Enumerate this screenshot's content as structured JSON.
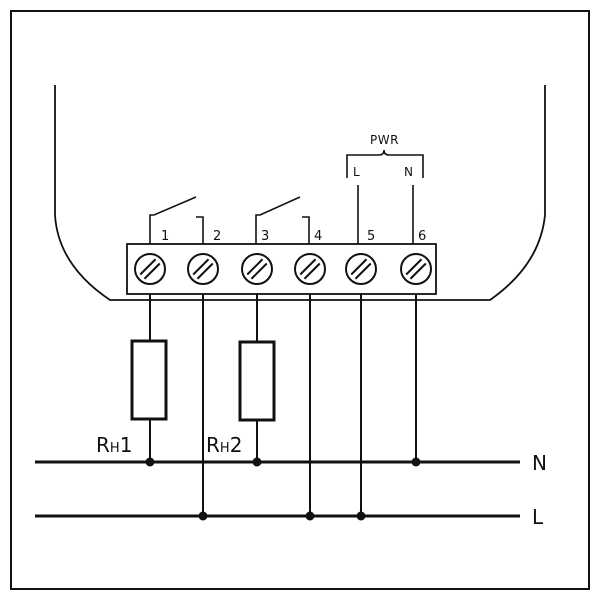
{
  "terminals": [
    "1",
    "2",
    "3",
    "4",
    "5",
    "6"
  ],
  "power": {
    "label": "PWR",
    "line_label": "L",
    "neutral_label": "N"
  },
  "resistors": [
    {
      "main": "R",
      "sub": "H",
      "index": "1"
    },
    {
      "main": "R",
      "sub": "H",
      "index": "2"
    }
  ],
  "buses": {
    "neutral": "N",
    "line": "L"
  },
  "colors": {
    "line": "#111111",
    "terminal_block_fill": "#ffffff",
    "background": "#ffffff"
  }
}
